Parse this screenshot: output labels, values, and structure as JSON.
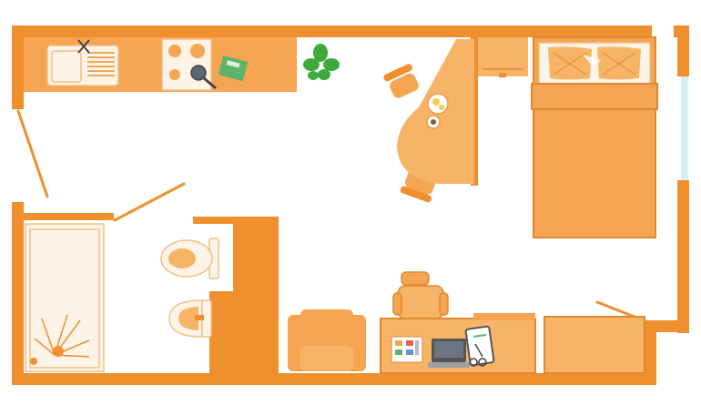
{
  "plan": {
    "colors": {
      "wall": "#ef8f2e",
      "furniture": "#f5a552",
      "furniture_light": "#f8b466",
      "cream": "#fdf3e6",
      "cream_border": "#f0c089",
      "floor": "#ffffff",
      "window": "#d8eef4",
      "plant": "#3faa3c",
      "dark": "#444444",
      "book_green": "#5fb36a"
    },
    "rooms": [
      "kitchen-area",
      "bathroom",
      "living-area",
      "sleeping-area",
      "work-area"
    ],
    "fixtures": {
      "kitchen": [
        "sink-icon",
        "stove-icon",
        "cutting-board-icon"
      ],
      "dining": [
        "round-table",
        "chair-icon",
        "chair-icon",
        "breakfast-plate-icon",
        "coffee-cup-icon"
      ],
      "bedroom": [
        "bed",
        "pillow-icon",
        "pillow-icon",
        "nightstand"
      ],
      "bathroom": [
        "shower-icon",
        "toilet-icon",
        "washbasin-icon"
      ],
      "living": [
        "armchair-icon"
      ],
      "office": [
        "desk",
        "office-chair-icon",
        "laptop-icon",
        "tablet-icon",
        "glasses-icon",
        "notebook-icon"
      ],
      "decor": [
        "plant-icon"
      ]
    }
  }
}
